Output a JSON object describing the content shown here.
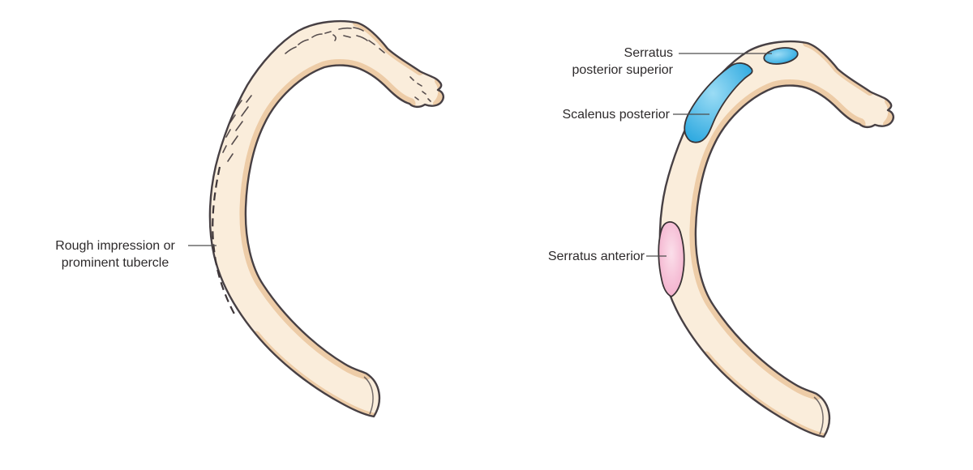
{
  "figure": {
    "left_panel": {
      "labels": {
        "rough_impression": {
          "lines": [
            "Rough impression or",
            "prominent tubercle"
          ]
        }
      }
    },
    "right_panel": {
      "labels": {
        "serratus_posterior_superior": {
          "lines": [
            "Serratus",
            "posterior superior"
          ]
        },
        "scalenus_posterior": {
          "text": "Scalenus posterior"
        },
        "serratus_anterior": {
          "text": "Serratus anterior"
        }
      }
    }
  },
  "theme": {
    "background": "#ffffff",
    "bone_fill": "#FAEDDB",
    "bone_shading": "#EDCCA7",
    "bone_outline": "#474044",
    "muscle_blue": "#2AA7DF",
    "muscle_blue_light": "#9BDCF5",
    "muscle_pink": "#F2A9C8",
    "muscle_pink_light": "#FBDFEA",
    "label_color": "#2D2A2B",
    "leader_color": "#4D4D4D"
  }
}
